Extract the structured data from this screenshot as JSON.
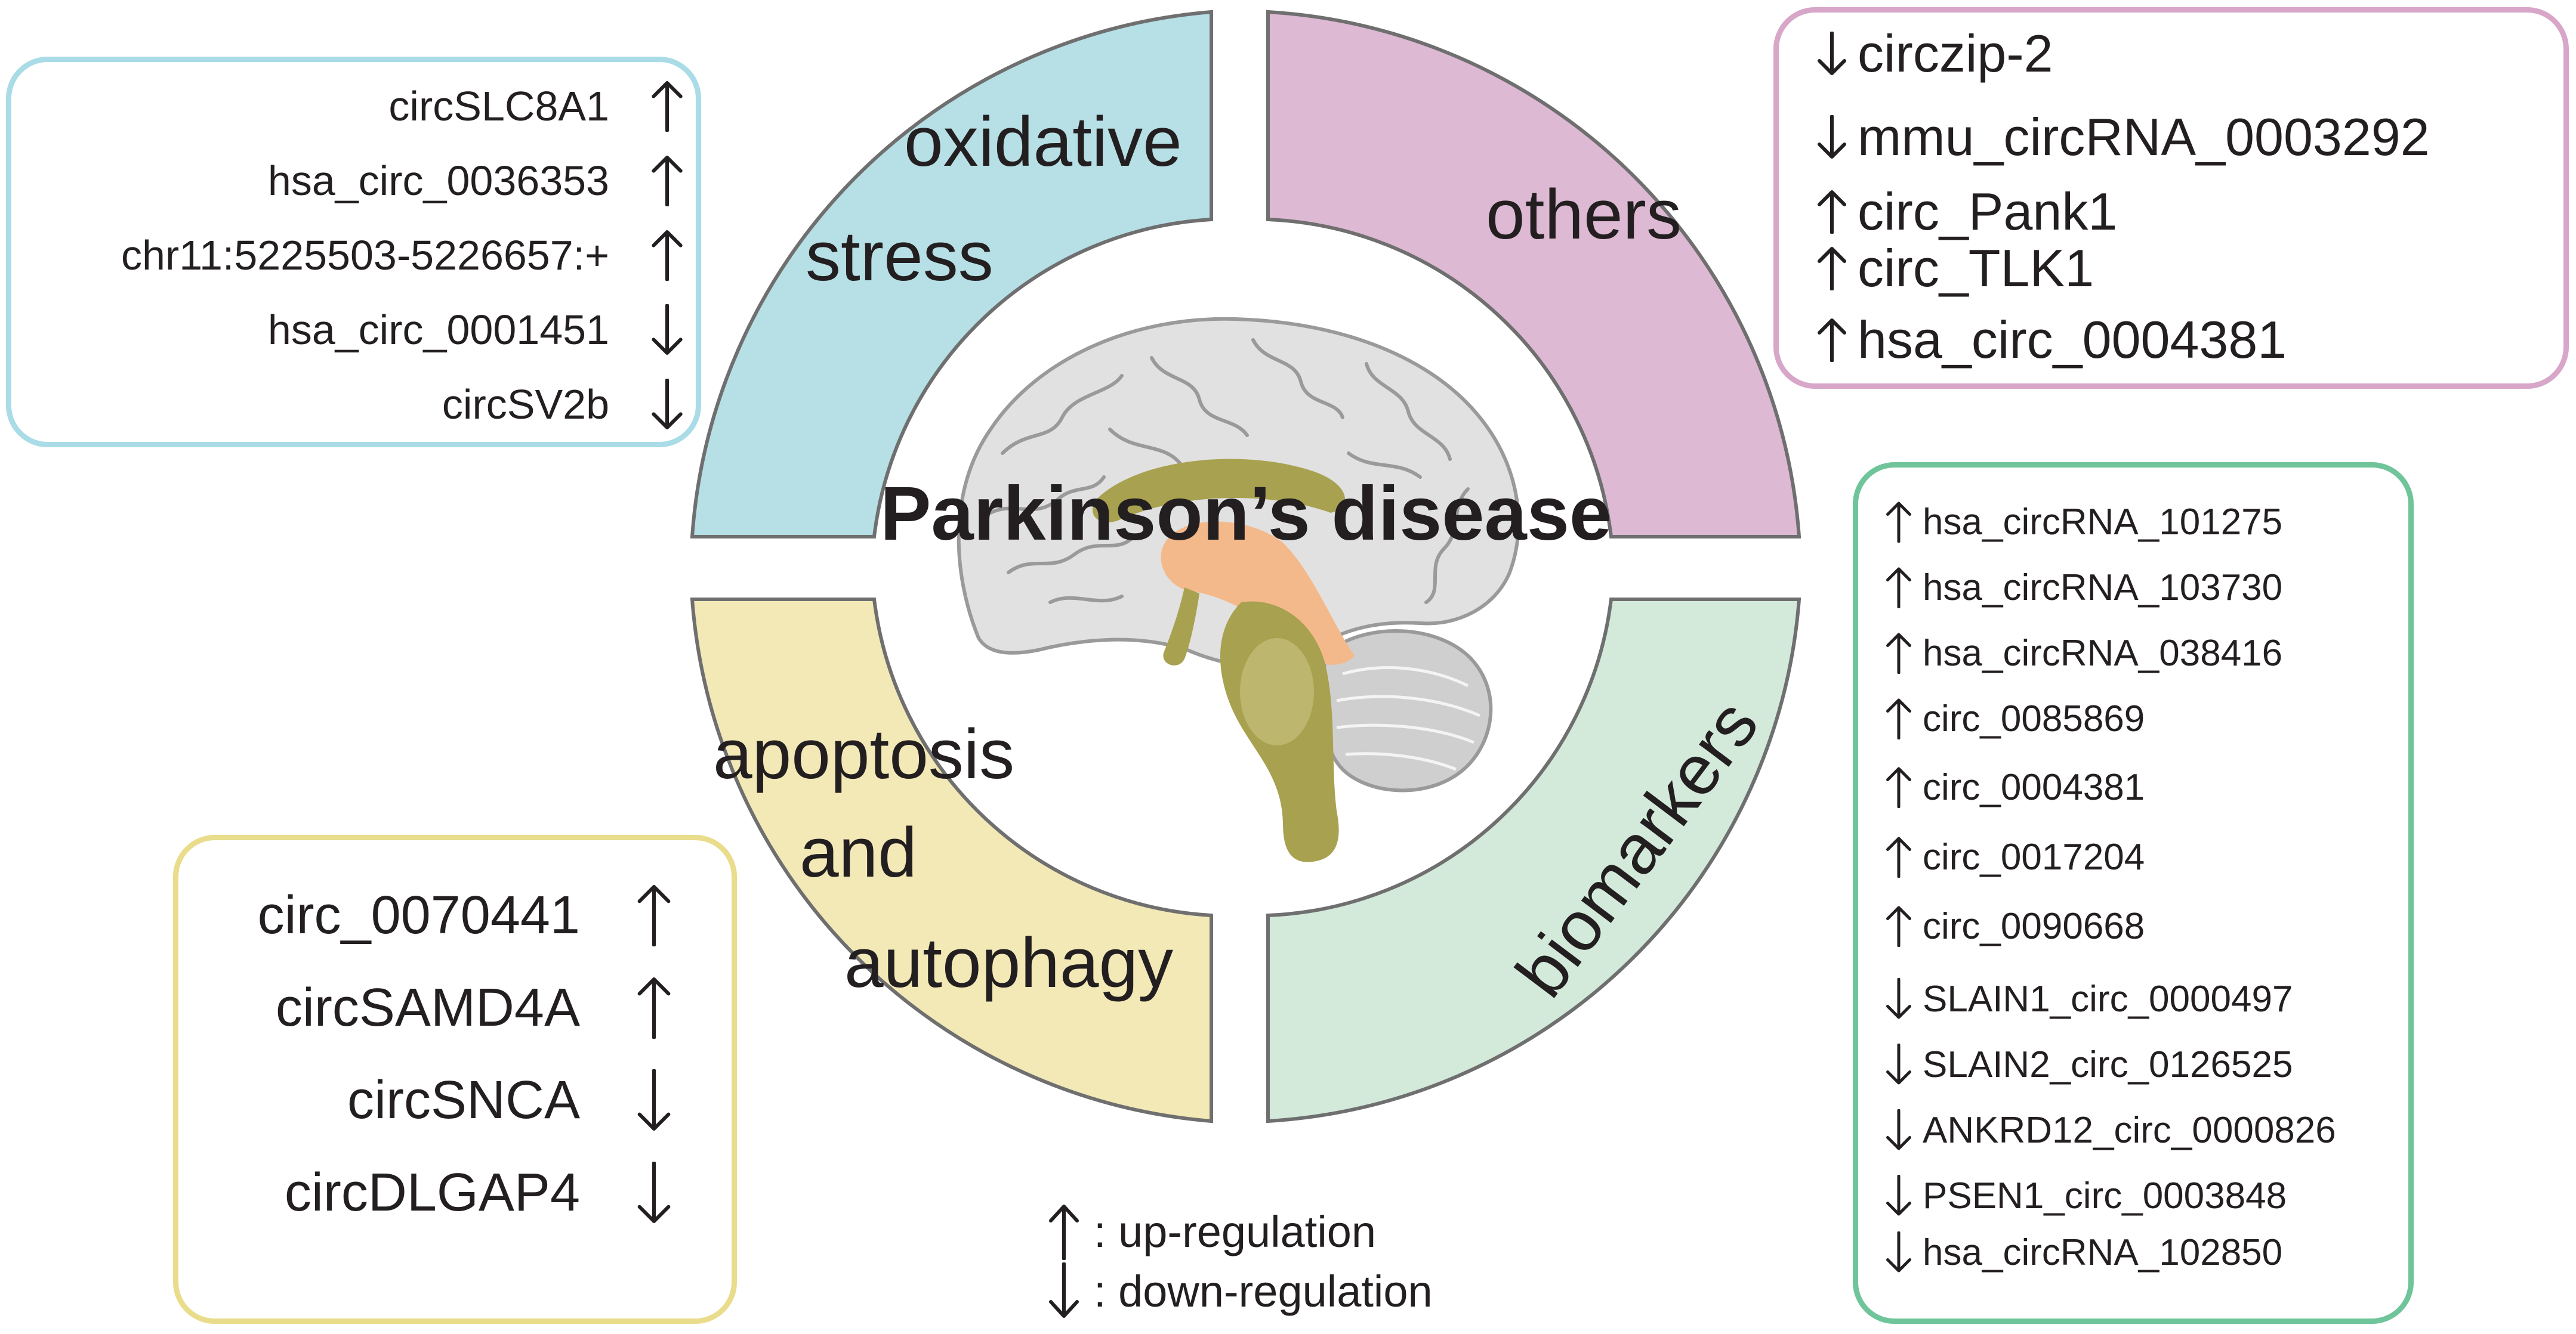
{
  "title": "Parkinson’s disease",
  "colors": {
    "ink": "#231f20",
    "oxidative": "#b7dfe6",
    "others": "#ddb9d3",
    "apoptosis": "#f2e9b7",
    "biomarkers": "#d3eadb",
    "box_oxidative": "#a9dce6",
    "box_others": "#d7a6c8",
    "box_apoptosis": "#e9dc8b",
    "box_biomarkers": "#6fc49a",
    "brain_gray": "#e1e1e1",
    "brain_line": "#9a9a9a",
    "brainstem": "#a8a150",
    "thalamus": "#f4b98b"
  },
  "sectors": {
    "oxidative": {
      "line1": "oxidative",
      "line2": "stress"
    },
    "others": {
      "label": "others"
    },
    "apoptosis": {
      "line1": "apoptosis",
      "line2": "and",
      "line3": "autophagy"
    },
    "biomarkers": {
      "label": "biomarkers"
    }
  },
  "oxidative_list": [
    {
      "name": "circSLC8A1",
      "direction": "up"
    },
    {
      "name": "hsa_circ_0036353",
      "direction": "up"
    },
    {
      "name": "chr11:5225503-5226657:+",
      "direction": "up"
    },
    {
      "name": "hsa_circ_0001451",
      "direction": "down"
    },
    {
      "name": "circSV2b",
      "direction": "down"
    }
  ],
  "others_list": [
    {
      "name": "circzip-2",
      "direction": "down"
    },
    {
      "name": "mmu_circRNA_0003292",
      "direction": "down"
    },
    {
      "name": "circ_Pank1",
      "direction": "up"
    },
    {
      "name": "circ_TLK1",
      "direction": "up"
    },
    {
      "name": "hsa_circ_0004381",
      "direction": "up"
    }
  ],
  "apoptosis_list": [
    {
      "name": "circ_0070441",
      "direction": "up"
    },
    {
      "name": "circSAMD4A",
      "direction": "up"
    },
    {
      "name": "circSNCA",
      "direction": "down"
    },
    {
      "name": "circDLGAP4",
      "direction": "down"
    }
  ],
  "biomarkers_list": [
    {
      "name": "hsa_circRNA_101275",
      "direction": "up"
    },
    {
      "name": "hsa_circRNA_103730",
      "direction": "up"
    },
    {
      "name": "hsa_circRNA_038416",
      "direction": "up"
    },
    {
      "name": "circ_0085869",
      "direction": "up"
    },
    {
      "name": "circ_0004381",
      "direction": "up"
    },
    {
      "name": "circ_0017204",
      "direction": "up"
    },
    {
      "name": "circ_0090668",
      "direction": "up"
    },
    {
      "name": "SLAIN1_circ_0000497",
      "direction": "down"
    },
    {
      "name": "SLAIN2_circ_0126525",
      "direction": "down"
    },
    {
      "name": "ANKRD12_circ_0000826",
      "direction": "down"
    },
    {
      "name": "PSEN1_circ_0003848",
      "direction": "down"
    },
    {
      "name": "hsa_circRNA_102850",
      "direction": "down"
    }
  ],
  "legend": {
    "up": ": up-regulation",
    "down": ": down-regulation"
  }
}
